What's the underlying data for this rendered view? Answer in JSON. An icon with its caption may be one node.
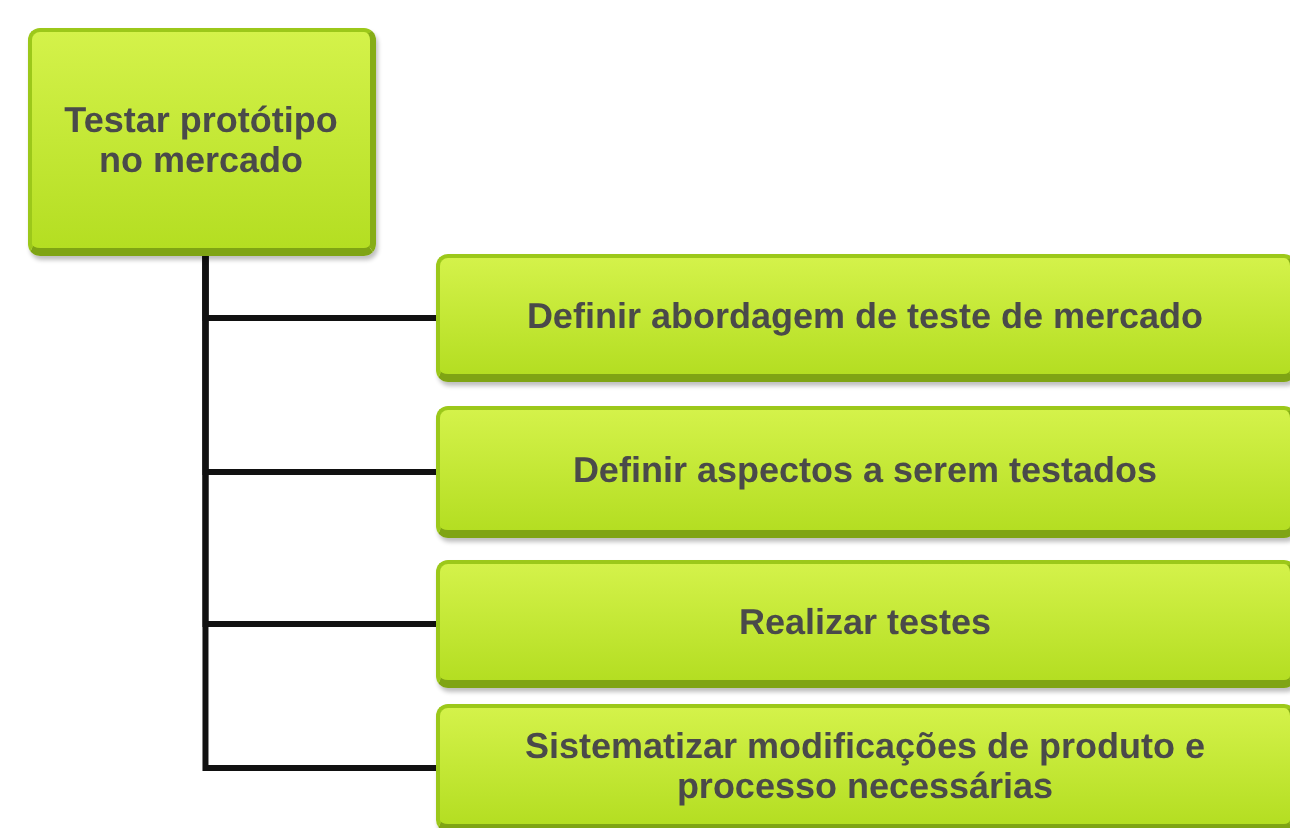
{
  "diagram": {
    "nodes": [
      {
        "text": [
          "Testar protótipo no mercado"
        ]
      },
      {
        "text": [
          "Definir abordagem de teste de mercado"
        ]
      },
      {
        "text": [
          "Definir aspectos a serem testados"
        ]
      },
      {
        "text": [
          "Realizar testes"
        ]
      },
      {
        "text": [
          "Sistematizar modificações de produto e processo necessárias"
        ]
      }
    ],
    "edges": [
      {
        "from": 0,
        "to": 1,
        "arrow": "none"
      },
      {
        "from": 0,
        "to": 2,
        "arrow": "none"
      },
      {
        "from": 0,
        "to": 3,
        "arrow": "none"
      },
      {
        "from": 0,
        "to": 4,
        "arrow": "none"
      }
    ]
  }
}
